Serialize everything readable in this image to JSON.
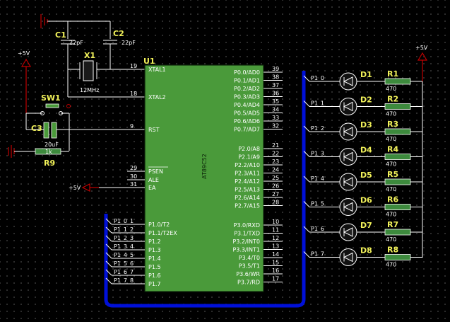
{
  "colors": {
    "background": "#000000",
    "chip_fill": "#4a9a3a",
    "chip_stroke": "#0d260a",
    "bus": "#0010d8",
    "resistor_fill": "#3d8a3d",
    "power": "#d00000",
    "label_yellow": "#f2f25a"
  },
  "chip": {
    "ref": "U1",
    "part": "AT89C52",
    "left_pins": [
      {
        "num": "19",
        "name": "XTAL1"
      },
      {
        "num": "18",
        "name": "XTAL2"
      },
      {
        "num": "9",
        "name": "RST"
      },
      {
        "num": "29",
        "name": "PSEN"
      },
      {
        "num": "30",
        "name": "ALE"
      },
      {
        "num": "31",
        "name": "EA"
      },
      {
        "num": "1",
        "name": "P1.0/T2"
      },
      {
        "num": "2",
        "name": "P1.1/T2EX"
      },
      {
        "num": "3",
        "name": "P1.2"
      },
      {
        "num": "4",
        "name": "P1.3"
      },
      {
        "num": "5",
        "name": "P1.4"
      },
      {
        "num": "6",
        "name": "P1.5"
      },
      {
        "num": "7",
        "name": "P1.6"
      },
      {
        "num": "8",
        "name": "P1.7"
      }
    ],
    "right_pins": [
      {
        "num": "39",
        "name": "P0.0/AD0"
      },
      {
        "num": "38",
        "name": "P0.1/AD1"
      },
      {
        "num": "37",
        "name": "P0.2/AD2"
      },
      {
        "num": "36",
        "name": "P0.3/AD3"
      },
      {
        "num": "35",
        "name": "P0.4/AD4"
      },
      {
        "num": "34",
        "name": "P0.5/AD5"
      },
      {
        "num": "33",
        "name": "P0.6/AD6"
      },
      {
        "num": "32",
        "name": "P0.7/AD7"
      },
      {
        "num": "21",
        "name": "P2.0/A8"
      },
      {
        "num": "22",
        "name": "P2.1/A9"
      },
      {
        "num": "23",
        "name": "P2.2/A10"
      },
      {
        "num": "24",
        "name": "P2.3/A11"
      },
      {
        "num": "25",
        "name": "P2.4/A12"
      },
      {
        "num": "26",
        "name": "P2.5/A13"
      },
      {
        "num": "27",
        "name": "P2.6/A14"
      },
      {
        "num": "28",
        "name": "P2.7/A15"
      },
      {
        "num": "10",
        "name": "P3.0/RXD"
      },
      {
        "num": "11",
        "name": "P3.1/TXD"
      },
      {
        "num": "12",
        "name": "P3.2/INT0"
      },
      {
        "num": "13",
        "name": "P3.3/INT1"
      },
      {
        "num": "14",
        "name": "P3.4/T0"
      },
      {
        "num": "15",
        "name": "P3.5/T1"
      },
      {
        "num": "16",
        "name": "P3.6/WR"
      },
      {
        "num": "17",
        "name": "P3.7/RD"
      }
    ]
  },
  "crystal": {
    "ref": "X1",
    "value": "12MHz"
  },
  "caps": [
    {
      "ref": "C1",
      "value": "22pF"
    },
    {
      "ref": "C2",
      "value": "22pF"
    },
    {
      "ref": "C3",
      "value": "20uF"
    }
  ],
  "switch": {
    "ref": "SW1"
  },
  "reset_resistor": {
    "ref": "R9",
    "value": "1k"
  },
  "power_label": "+5V",
  "p1_nets": [
    "P1_0",
    "P1_1",
    "P1_2",
    "P1_3",
    "P1_4",
    "P1_5",
    "P1_6",
    "P1_7"
  ],
  "right_nets": [
    "P1_0",
    "P1_1",
    "P1_2",
    "P1_3",
    "P1_4",
    "P1_5",
    "P1_6",
    "P1_7"
  ],
  "leds": [
    "D1",
    "D2",
    "D3",
    "D4",
    "D5",
    "D6",
    "D7",
    "D8"
  ],
  "resistors": [
    {
      "ref": "R1",
      "value": "470"
    },
    {
      "ref": "R2",
      "value": "470"
    },
    {
      "ref": "R3",
      "value": "470"
    },
    {
      "ref": "R4",
      "value": "470"
    },
    {
      "ref": "R5",
      "value": "470"
    },
    {
      "ref": "R6",
      "value": "470"
    },
    {
      "ref": "R7",
      "value": "470"
    },
    {
      "ref": "R8",
      "value": "470"
    }
  ]
}
